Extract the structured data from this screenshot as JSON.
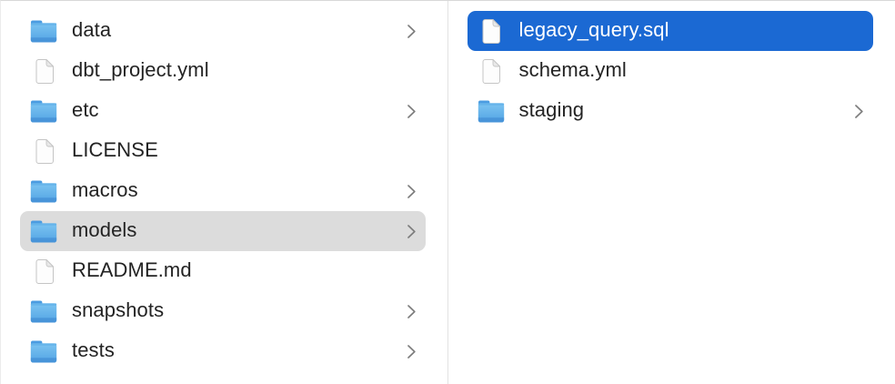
{
  "view": "finder-column-browser",
  "colors": {
    "selection_active": "#1b69d3",
    "selection_inactive": "#dcdcdc",
    "text": "#232323",
    "selected_text": "#ffffff",
    "divider": "#e2e2e2",
    "chevron": "#7d7d7d",
    "folder_tab": "#4b9ce1",
    "folder_body_top": "#7cc4f1",
    "folder_body_bottom": "#52a4e4",
    "document_fill": "#fdfdfd",
    "document_stroke": "#c5c5c5"
  },
  "icons": {
    "folder": "folder-icon",
    "file": "document-icon",
    "chevron": "chevron-right-icon"
  },
  "columns": [
    {
      "name": "parent-directory",
      "items": [
        {
          "label": "data",
          "type": "folder",
          "has_chevron": true,
          "selected": "none"
        },
        {
          "label": "dbt_project.yml",
          "type": "file",
          "has_chevron": false,
          "selected": "none"
        },
        {
          "label": "etc",
          "type": "folder",
          "has_chevron": true,
          "selected": "none"
        },
        {
          "label": "LICENSE",
          "type": "file",
          "has_chevron": false,
          "selected": "none"
        },
        {
          "label": "macros",
          "type": "folder",
          "has_chevron": true,
          "selected": "none"
        },
        {
          "label": "models",
          "type": "folder",
          "has_chevron": true,
          "selected": "inactive"
        },
        {
          "label": "README.md",
          "type": "file",
          "has_chevron": false,
          "selected": "none"
        },
        {
          "label": "snapshots",
          "type": "folder",
          "has_chevron": true,
          "selected": "none"
        },
        {
          "label": "tests",
          "type": "folder",
          "has_chevron": true,
          "selected": "none"
        }
      ]
    },
    {
      "name": "models-directory",
      "items": [
        {
          "label": "legacy_query.sql",
          "type": "file",
          "has_chevron": false,
          "selected": "active"
        },
        {
          "label": "schema.yml",
          "type": "file",
          "has_chevron": false,
          "selected": "none"
        },
        {
          "label": "staging",
          "type": "folder",
          "has_chevron": true,
          "selected": "none"
        }
      ]
    }
  ]
}
